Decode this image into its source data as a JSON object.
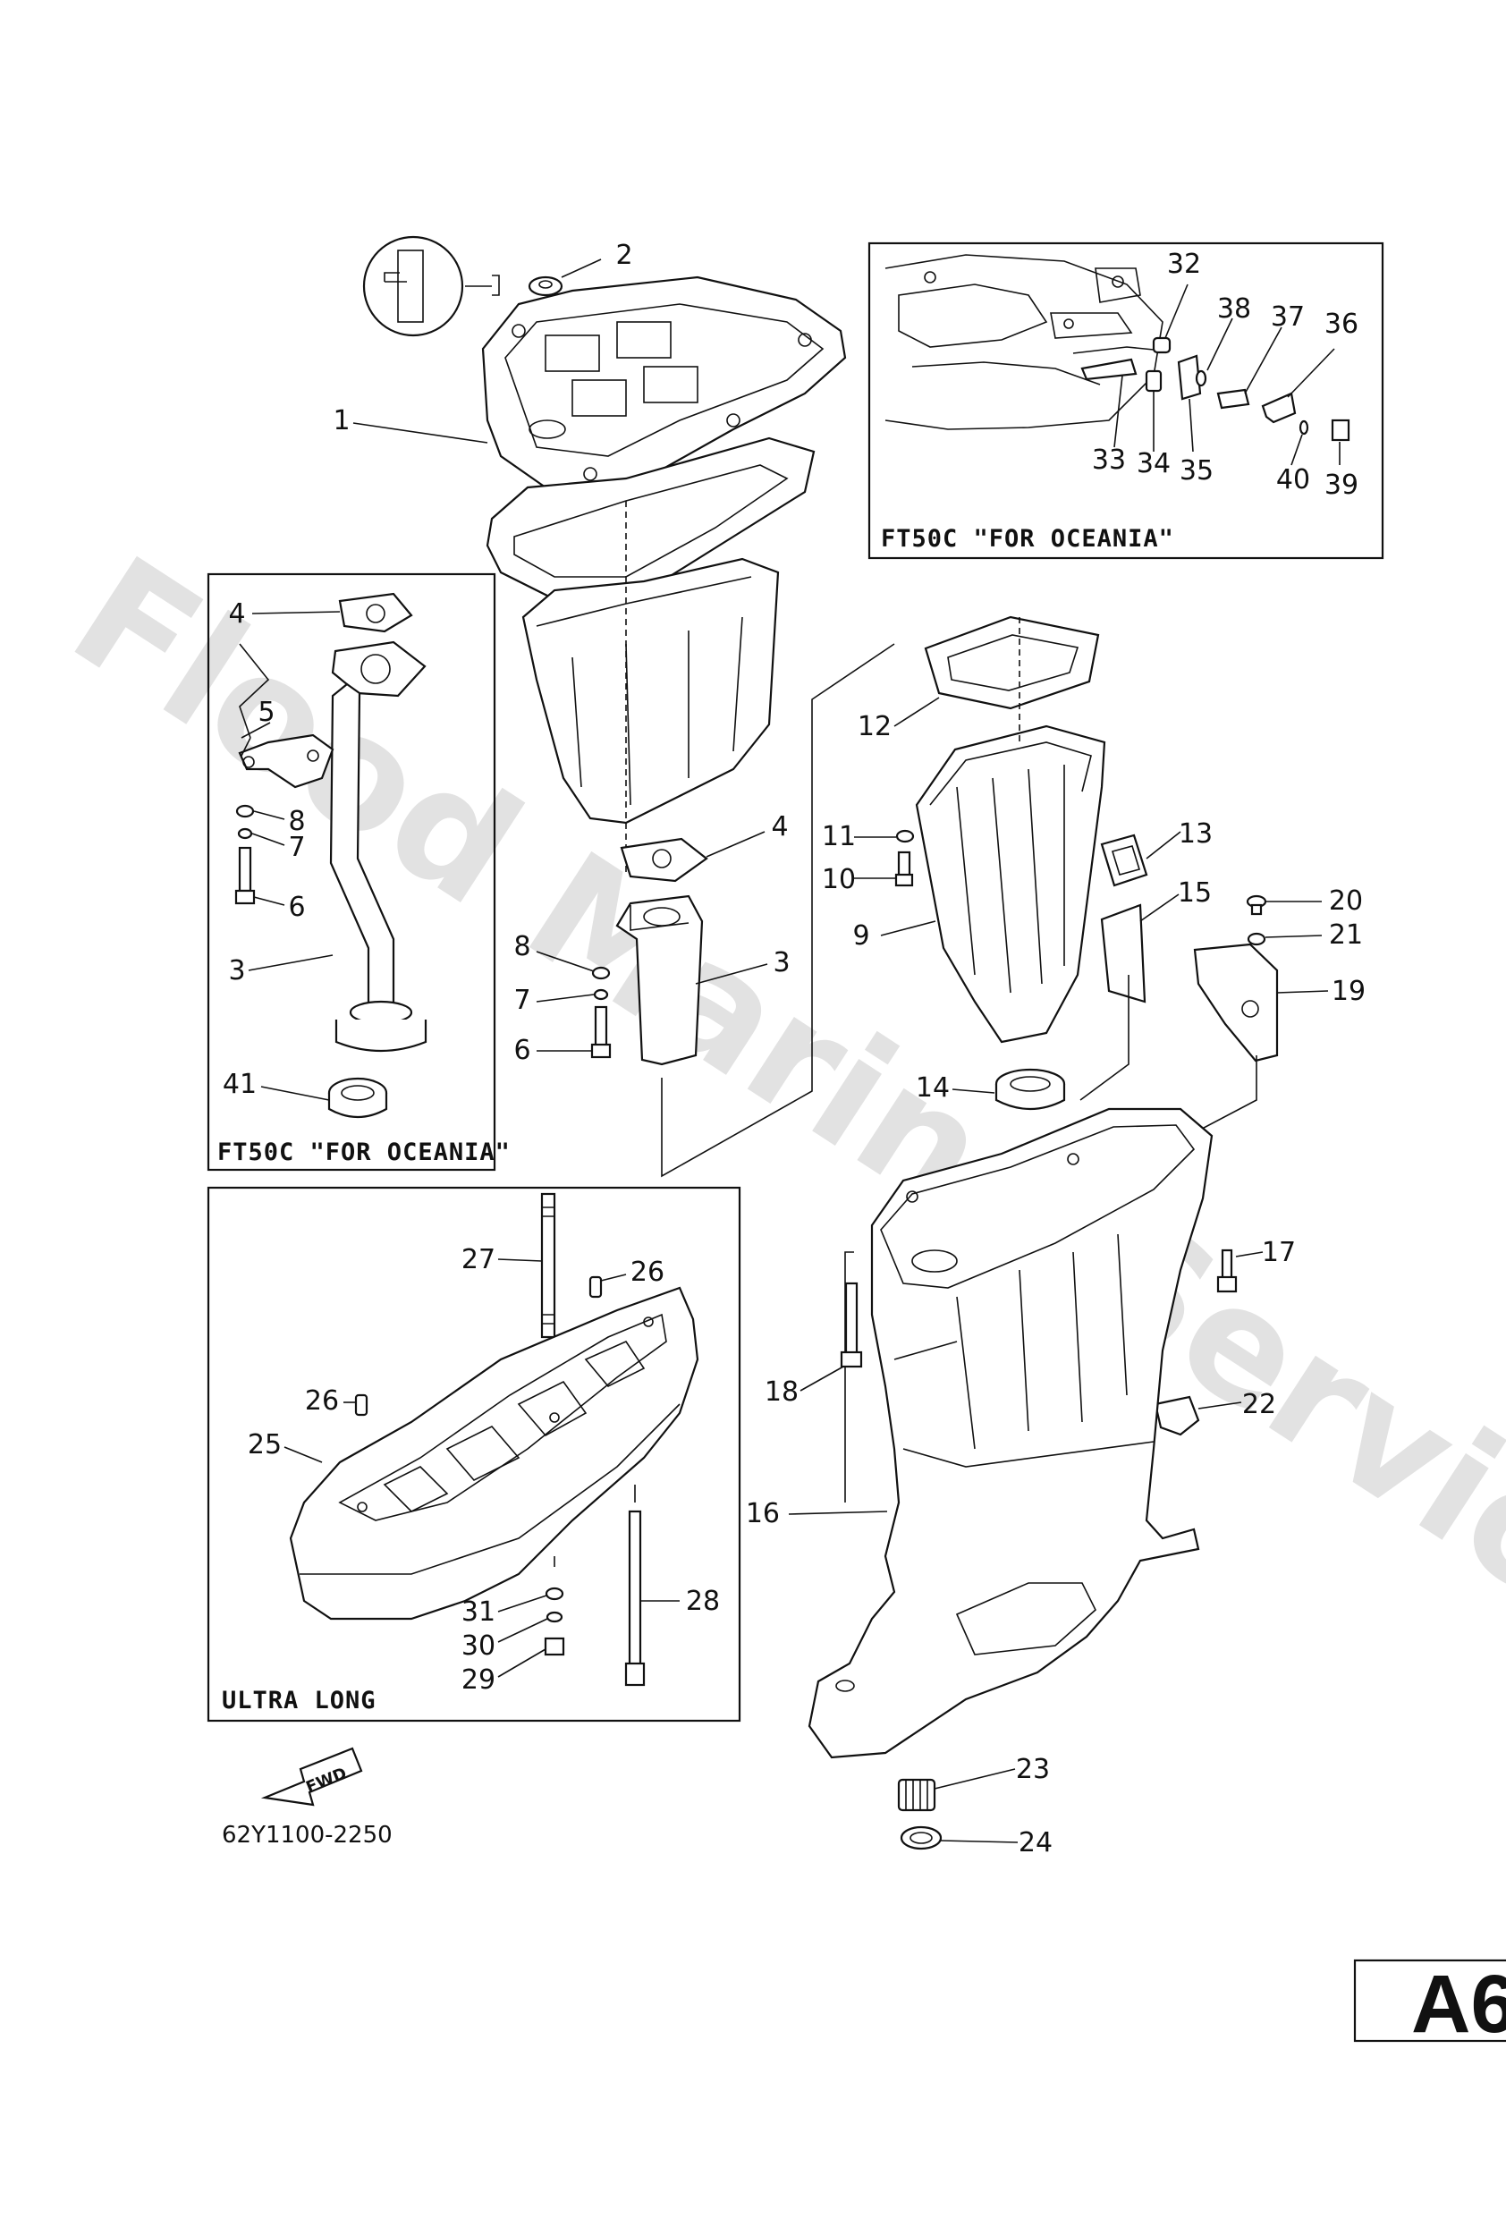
{
  "watermark": "Flood Marine Services",
  "inset_boxes": {
    "top_right": "FT50C \"FOR OCEANIA\"",
    "left": "FT50C \"FOR OCEANIA\"",
    "bottom_left": "ULTRA LONG"
  },
  "fwd_label": "FWD",
  "diagram_ref": "62Y1100-2250",
  "page_code": "A6",
  "callouts": {
    "c1": "1",
    "c2": "2",
    "c3a": "3",
    "c3b": "3",
    "c4a": "4",
    "c4b": "4",
    "c5": "5",
    "c6a": "6",
    "c6b": "6",
    "c7a": "7",
    "c7b": "7",
    "c8a": "8",
    "c8b": "8",
    "c9": "9",
    "c10": "10",
    "c11": "11",
    "c12": "12",
    "c13": "13",
    "c14": "14",
    "c15": "15",
    "c16": "16",
    "c17": "17",
    "c18": "18",
    "c19": "19",
    "c20": "20",
    "c21": "21",
    "c22": "22",
    "c23": "23",
    "c24": "24",
    "c25": "25",
    "c26a": "26",
    "c26b": "26",
    "c27": "27",
    "c28": "28",
    "c29": "29",
    "c30": "30",
    "c31": "31",
    "c32": "32",
    "c33": "33",
    "c34": "34",
    "c35": "35",
    "c36": "36",
    "c37": "37",
    "c38": "38",
    "c39": "39",
    "c40": "40",
    "c41": "41"
  }
}
